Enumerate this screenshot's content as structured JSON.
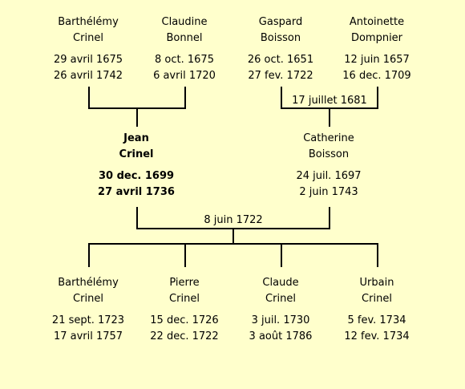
{
  "grandparents": [
    {
      "first": "Barthélémy",
      "last": "Crinel",
      "born": "29 avril 1675",
      "died": "26 avril 1742"
    },
    {
      "first": "Claudine",
      "last": "Bonnel",
      "born": "8 oct. 1675",
      "died": "6 avril 1720"
    },
    {
      "first": "Gaspard",
      "last": "Boisson",
      "born": "26 oct. 1651",
      "died": "27 fev. 1722"
    },
    {
      "first": "Antoinette",
      "last": "Dompnier",
      "born": "12 juin 1657",
      "died": "16 dec. 1709"
    }
  ],
  "grandparents_right_marriage": "17 juillet 1681",
  "parents": [
    {
      "first": "Jean",
      "last": "Crinel",
      "born": "30 dec. 1699",
      "died": "27 avril 1736"
    },
    {
      "first": "Catherine",
      "last": "Boisson",
      "born": "24 juil. 1697",
      "died": "2 juin 1743"
    }
  ],
  "parents_marriage": "8 juin 1722",
  "children": [
    {
      "first": "Barthélémy",
      "last": "Crinel",
      "born": "21 sept. 1723",
      "died": "17 avril 1757"
    },
    {
      "first": "Pierre",
      "last": "Crinel",
      "born": "15 dec. 1726",
      "died": "22 dec. 1722"
    },
    {
      "first": "Claude",
      "last": "Crinel",
      "born": "3 juil. 1730",
      "died": "3 août 1786"
    },
    {
      "first": "Urbain",
      "last": "Crinel",
      "born": "5 fev. 1734",
      "died": "12 fev. 1734"
    }
  ]
}
